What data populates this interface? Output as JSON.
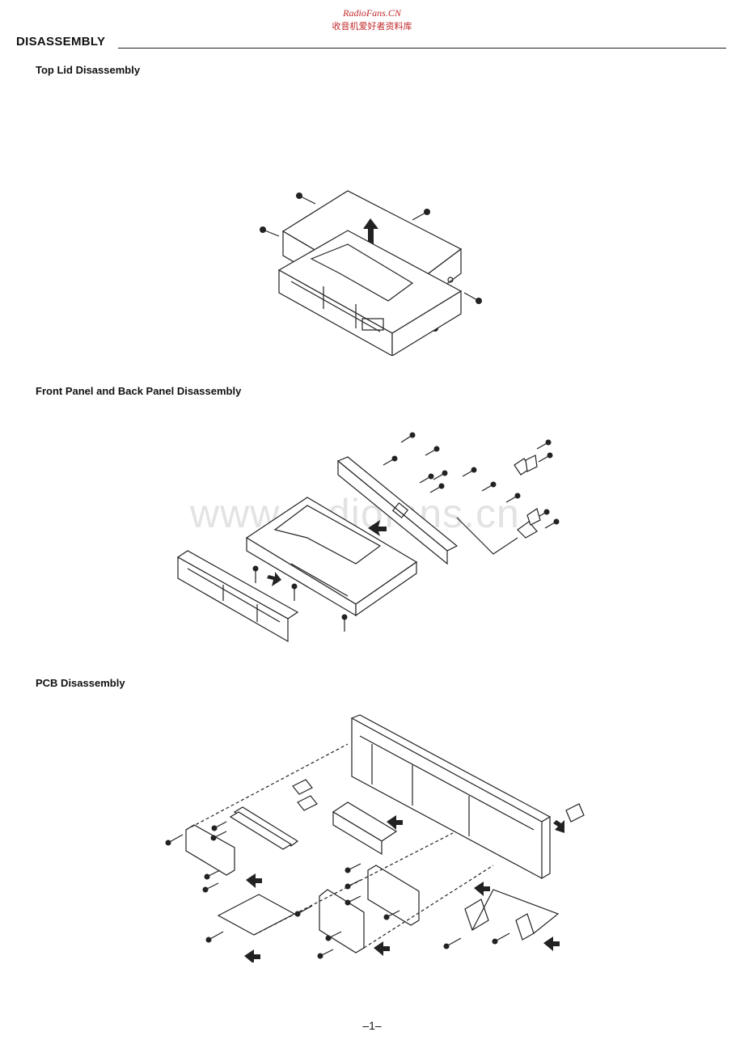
{
  "header": {
    "site_name": "RadioFans.CN",
    "site_subtitle": "收音机爱好者资料库",
    "title": "DISASSEMBLY"
  },
  "sections": [
    {
      "label": "Top Lid Disassembly"
    },
    {
      "label": "Front Panel and Back Panel Disassembly"
    },
    {
      "label": "PCB Disassembly"
    }
  ],
  "watermark": "www.radiofans.cn",
  "footer": {
    "page_number": "–1–"
  }
}
